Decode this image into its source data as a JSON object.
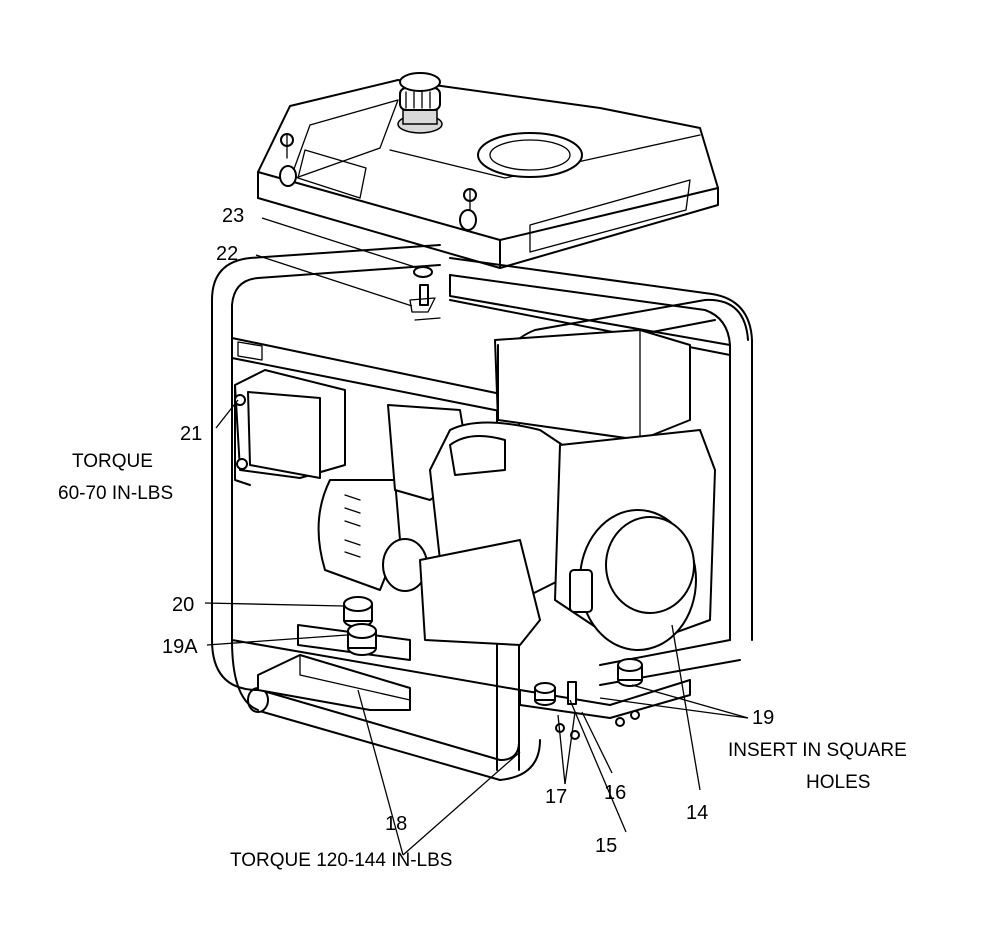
{
  "callouts": {
    "c14": "14",
    "c15": "15",
    "c16": "16",
    "c17": "17",
    "c18": "18",
    "c19": "19",
    "c19a": "19A",
    "c20": "20",
    "c21": "21",
    "c22": "22",
    "c23": "23"
  },
  "notes": {
    "torque_small_line1": "TORQUE",
    "torque_small_line2": "60-70 IN-LBS",
    "torque_large": "TORQUE 120-144 IN-LBS",
    "insert_line1": "INSERT IN SQUARE",
    "insert_line2": "HOLES"
  }
}
